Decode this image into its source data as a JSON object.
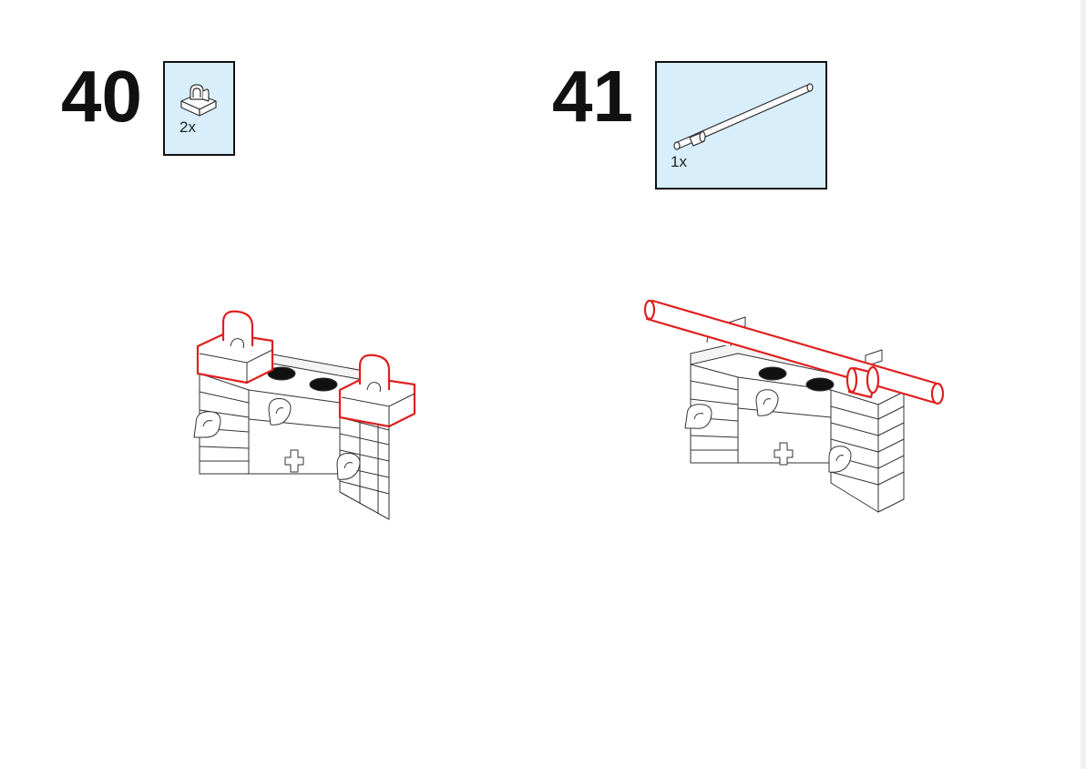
{
  "steps": [
    {
      "number": "40",
      "parts": [
        {
          "icon": "tile-1x1-clip-icon",
          "quantity": "2x"
        }
      ]
    },
    {
      "number": "41",
      "parts": [
        {
          "icon": "bar-with-stop-ring-icon",
          "quantity": "1x"
        }
      ]
    }
  ],
  "colors": {
    "callout_background": "#d8eefb",
    "new_part_highlight": "#e02020",
    "line_art": "#222222"
  }
}
